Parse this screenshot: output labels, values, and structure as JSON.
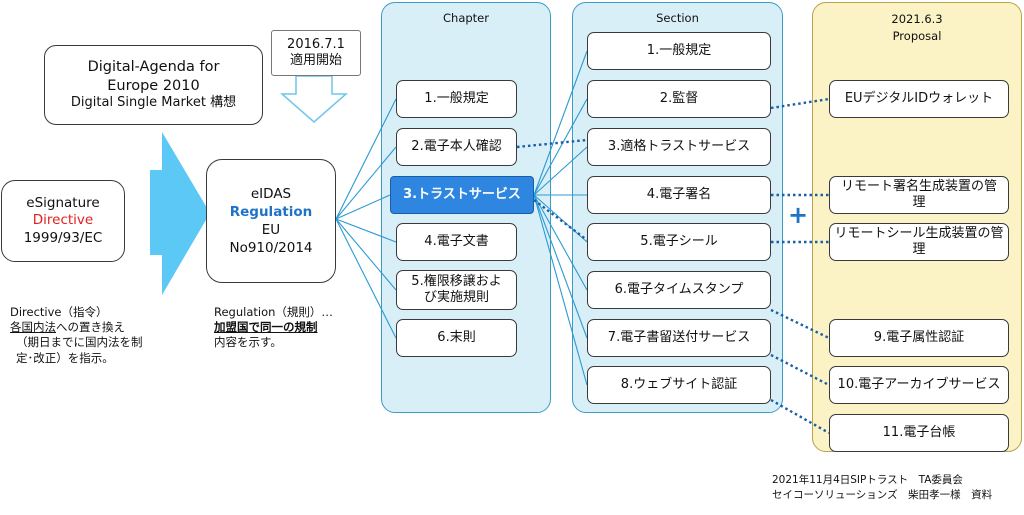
{
  "digital_agenda": {
    "line1": "Digital-Agenda for",
    "line2": "Europe 2010",
    "line3": "Digital Single Market 構想"
  },
  "date_box": {
    "date": "2016.7.1",
    "label": "適用開始"
  },
  "esignature": {
    "line1": "eSignature",
    "line2": "Directive",
    "line3": "1999/93/EC"
  },
  "eidas": {
    "line1": "eIDAS",
    "line2": "Regulation",
    "line3": "EU",
    "line4": "No910/2014"
  },
  "directive_note": {
    "line1": "Directive（指令）",
    "line2a": "各国内法",
    "line2b": "への置き換え",
    "line3": "（期日までに国内法を制",
    "line4": "定･改正）を指示。"
  },
  "regulation_note": {
    "line1": "Regulation（規則）…",
    "line2": "加盟国で同一の規制",
    "line3": "内容を示す。"
  },
  "chapter": {
    "title": "Chapter",
    "items": [
      {
        "label": "1.一般規定"
      },
      {
        "label": "2.電子本人確認"
      },
      {
        "label": "3.トラストサービス"
      },
      {
        "label": "4.電子文書"
      },
      {
        "label": "5.権限移譲および実施規則"
      },
      {
        "label": "6.末則"
      }
    ]
  },
  "section": {
    "title": "Section",
    "items": [
      {
        "label": "1.一般規定"
      },
      {
        "label": "2.監督"
      },
      {
        "label": "3.適格トラストサービス"
      },
      {
        "label": "4.電子署名"
      },
      {
        "label": "5.電子シール"
      },
      {
        "label": "6.電子タイムスタンプ"
      },
      {
        "label": "7.電子書留送付サービス"
      },
      {
        "label": "8.ウェブサイト認証"
      }
    ]
  },
  "proposal": {
    "title": "2021.6.3",
    "subtitle": "Proposal",
    "items": [
      {
        "label": "EUデジタルIDウォレット"
      },
      {
        "label": "リモート署名生成装置の管理"
      },
      {
        "label": "リモートシール生成装置の管理"
      },
      {
        "label": "9.電子属性認証"
      },
      {
        "label": "10.電子アーカイブサービス"
      },
      {
        "label": "11.電子台帳"
      }
    ],
    "plus": "+"
  },
  "footer": {
    "line1": "2021年11月4日SIPトラスト　TA委員会",
    "line2": "セイコーソリューションズ　柴田孝一様　資料"
  },
  "colors": {
    "accent_blue": "#1f73c7",
    "highlight_fill": "#2e86e0",
    "panel_fill": "#d8eff8",
    "panel_border": "#3d9bc4",
    "proposal_fill": "#fbf3c6",
    "proposal_border": "#b8a24a",
    "arrow_fill": "#5bc8f5",
    "directive_red": "#e02020",
    "connector": "#2b9ad3",
    "dotted": "#1a5ea8"
  }
}
